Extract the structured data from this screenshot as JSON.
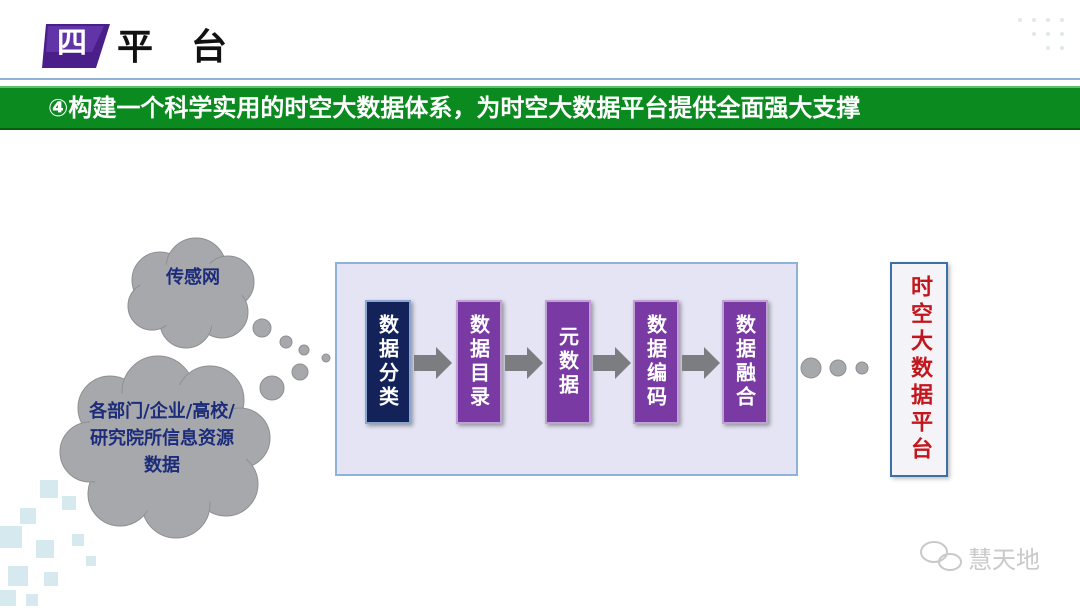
{
  "header": {
    "badge": "四",
    "title": "平台"
  },
  "subtitle": "④构建一个科学实用的时空大数据体系，为时空大数据平台提供全面强大支撑",
  "sources": {
    "cloud1": "传感网",
    "cloud2": "各部门/企业/高校/研究院所信息资源数据"
  },
  "process": {
    "steps": [
      "数据分类",
      "数据目录",
      "元数据",
      "数据编码",
      "数据融合"
    ]
  },
  "platform": "时空大数据平台",
  "watermark": "慧天地",
  "colors": {
    "header_bar": "#0a8a1f",
    "step_navy": "#13235a",
    "step_purple": "#7a3aa4",
    "platform_text": "#c2161c",
    "cloud": "#a7a8ab"
  }
}
